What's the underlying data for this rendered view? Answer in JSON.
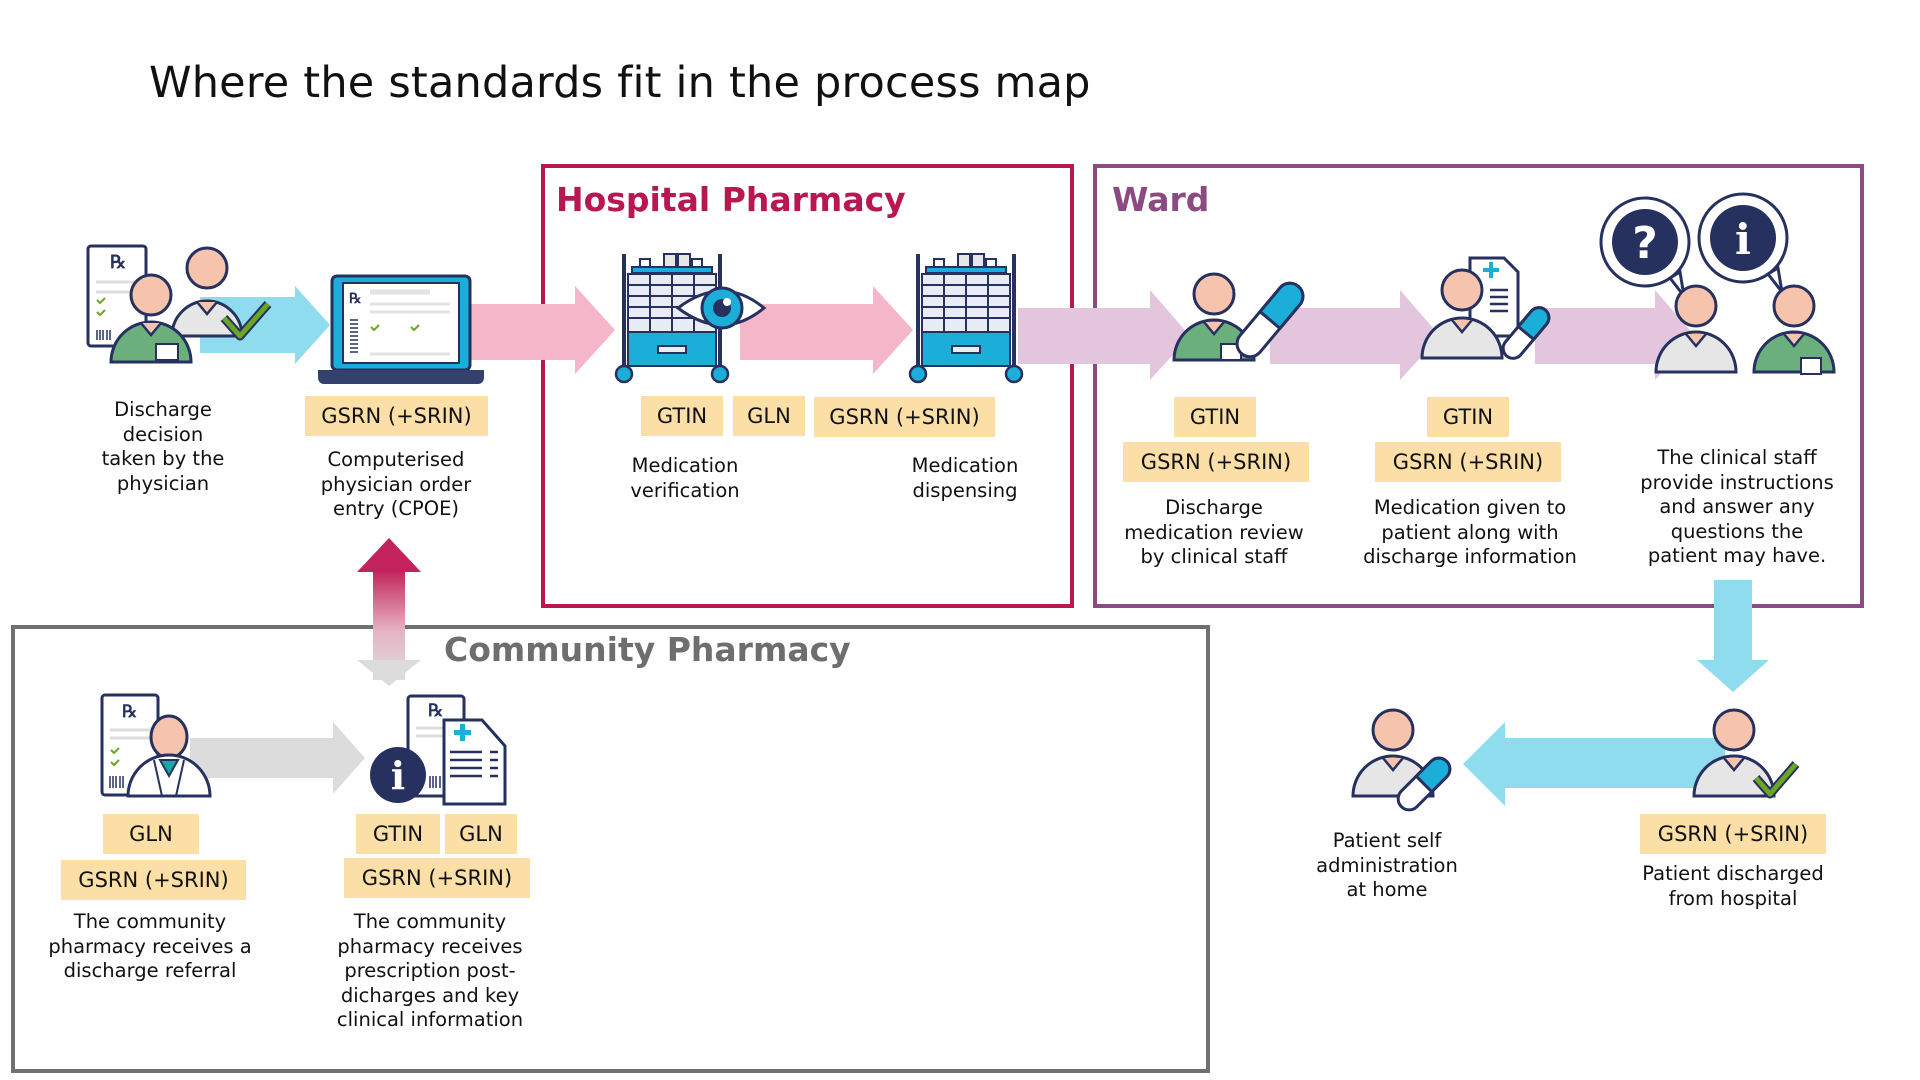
{
  "page": {
    "title": "Where the standards fit in the process map"
  },
  "sections": {
    "hospital_pharmacy": {
      "title": "Hospital Pharmacy",
      "color": "#b8174f"
    },
    "ward": {
      "title": "Ward",
      "color": "#8b4a82"
    },
    "community_pharmacy": {
      "title": "Community Pharmacy",
      "color": "#6e6e6e"
    }
  },
  "colors": {
    "tag_background": "#fbdfa6",
    "flow_arrow_blue": "#8fdcef",
    "flow_arrow_pink": "#f4b6c8",
    "flow_arrow_lilac": "#e3c6de",
    "flow_arrow_gray": "#dcdcdc",
    "icon_navy": "#26315f",
    "icon_cyan": "#1aaed8",
    "skin": "#f6c3ad",
    "staff_green": "#6bb07c",
    "check_green": "#6aa626"
  },
  "steps": [
    {
      "id": "discharge-decision",
      "icons": [
        "prescription-icon",
        "physician-icon",
        "patient-icon",
        "checkmark-icon"
      ],
      "tags": [],
      "caption": "Discharge\ndecision\ntaken by the\nphysician"
    },
    {
      "id": "cpoe",
      "icons": [
        "laptop-icon",
        "prescription-icon"
      ],
      "tags": [
        "GSRN (+SRIN)"
      ],
      "caption": "Computerised\nphysician order\nentry (CPOE)"
    },
    {
      "id": "medication-verification",
      "section": "Hospital Pharmacy",
      "icons": [
        "medication-cart-icon",
        "eye-icon"
      ],
      "tags": [
        "GTIN",
        "GLN"
      ],
      "caption": "Medication\nverification"
    },
    {
      "id": "medication-dispensing",
      "section": "Hospital Pharmacy",
      "icons": [
        "medication-cart-icon"
      ],
      "tags": [
        "GSRN (+SRIN)"
      ],
      "caption": "Medication\ndispensing"
    },
    {
      "id": "discharge-medication-review",
      "section": "Ward",
      "icons": [
        "staff-icon",
        "pill-icon"
      ],
      "tags": [
        "GTIN",
        "GSRN (+SRIN)"
      ],
      "caption": "Discharge\nmedication review\nby clinical staff"
    },
    {
      "id": "medication-given",
      "section": "Ward",
      "icons": [
        "patient-icon",
        "document-icon",
        "pill-icon"
      ],
      "tags": [
        "GTIN",
        "GSRN (+SRIN)"
      ],
      "caption": "Medication given to\npatient along with\ndischarge information"
    },
    {
      "id": "clinical-staff-instructions",
      "section": "Ward",
      "icons": [
        "question-bubble-icon",
        "info-bubble-icon",
        "patient-icon",
        "staff-icon"
      ],
      "tags": [],
      "caption": "The clinical staff\nprovide instructions\nand answer any\nquestions the\npatient may have."
    },
    {
      "id": "patient-discharged",
      "icons": [
        "patient-icon",
        "checkmark-icon"
      ],
      "tags": [
        "GSRN (+SRIN)"
      ],
      "caption": "Patient discharged\nfrom hospital"
    },
    {
      "id": "patient-self-administration",
      "icons": [
        "patient-icon",
        "pill-icon"
      ],
      "tags": [],
      "caption": "Patient self\nadministration\nat home"
    },
    {
      "id": "community-discharge-referral",
      "section": "Community Pharmacy",
      "icons": [
        "prescription-icon",
        "pharmacist-icon"
      ],
      "tags": [
        "GLN",
        "GSRN (+SRIN)"
      ],
      "caption": "The community\npharmacy receives a\ndischarge referral"
    },
    {
      "id": "community-receives-prescription",
      "section": "Community Pharmacy",
      "icons": [
        "prescription-icon",
        "document-icon",
        "info-icon"
      ],
      "tags": [
        "GTIN",
        "GLN",
        "GSRN (+SRIN)"
      ],
      "caption": "The community\npharmacy  receives\nprescription post-\ndicharges and key\nclinical information"
    }
  ],
  "glyphs": {
    "rx": "℞",
    "question": "?",
    "info": "i",
    "plus": "+"
  }
}
